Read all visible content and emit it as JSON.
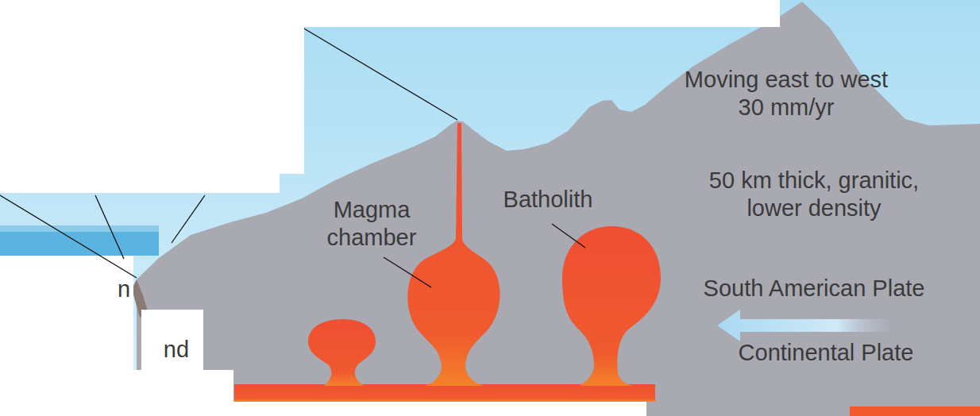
{
  "diagram": {
    "labels": [
      "Moving east to west 30 mm/yr",
      "50 km thick, granitic, lower density",
      "Batholith",
      "Magma chamber",
      "South American Plate",
      "Continental Plate",
      "n",
      "nd"
    ]
  }
}
